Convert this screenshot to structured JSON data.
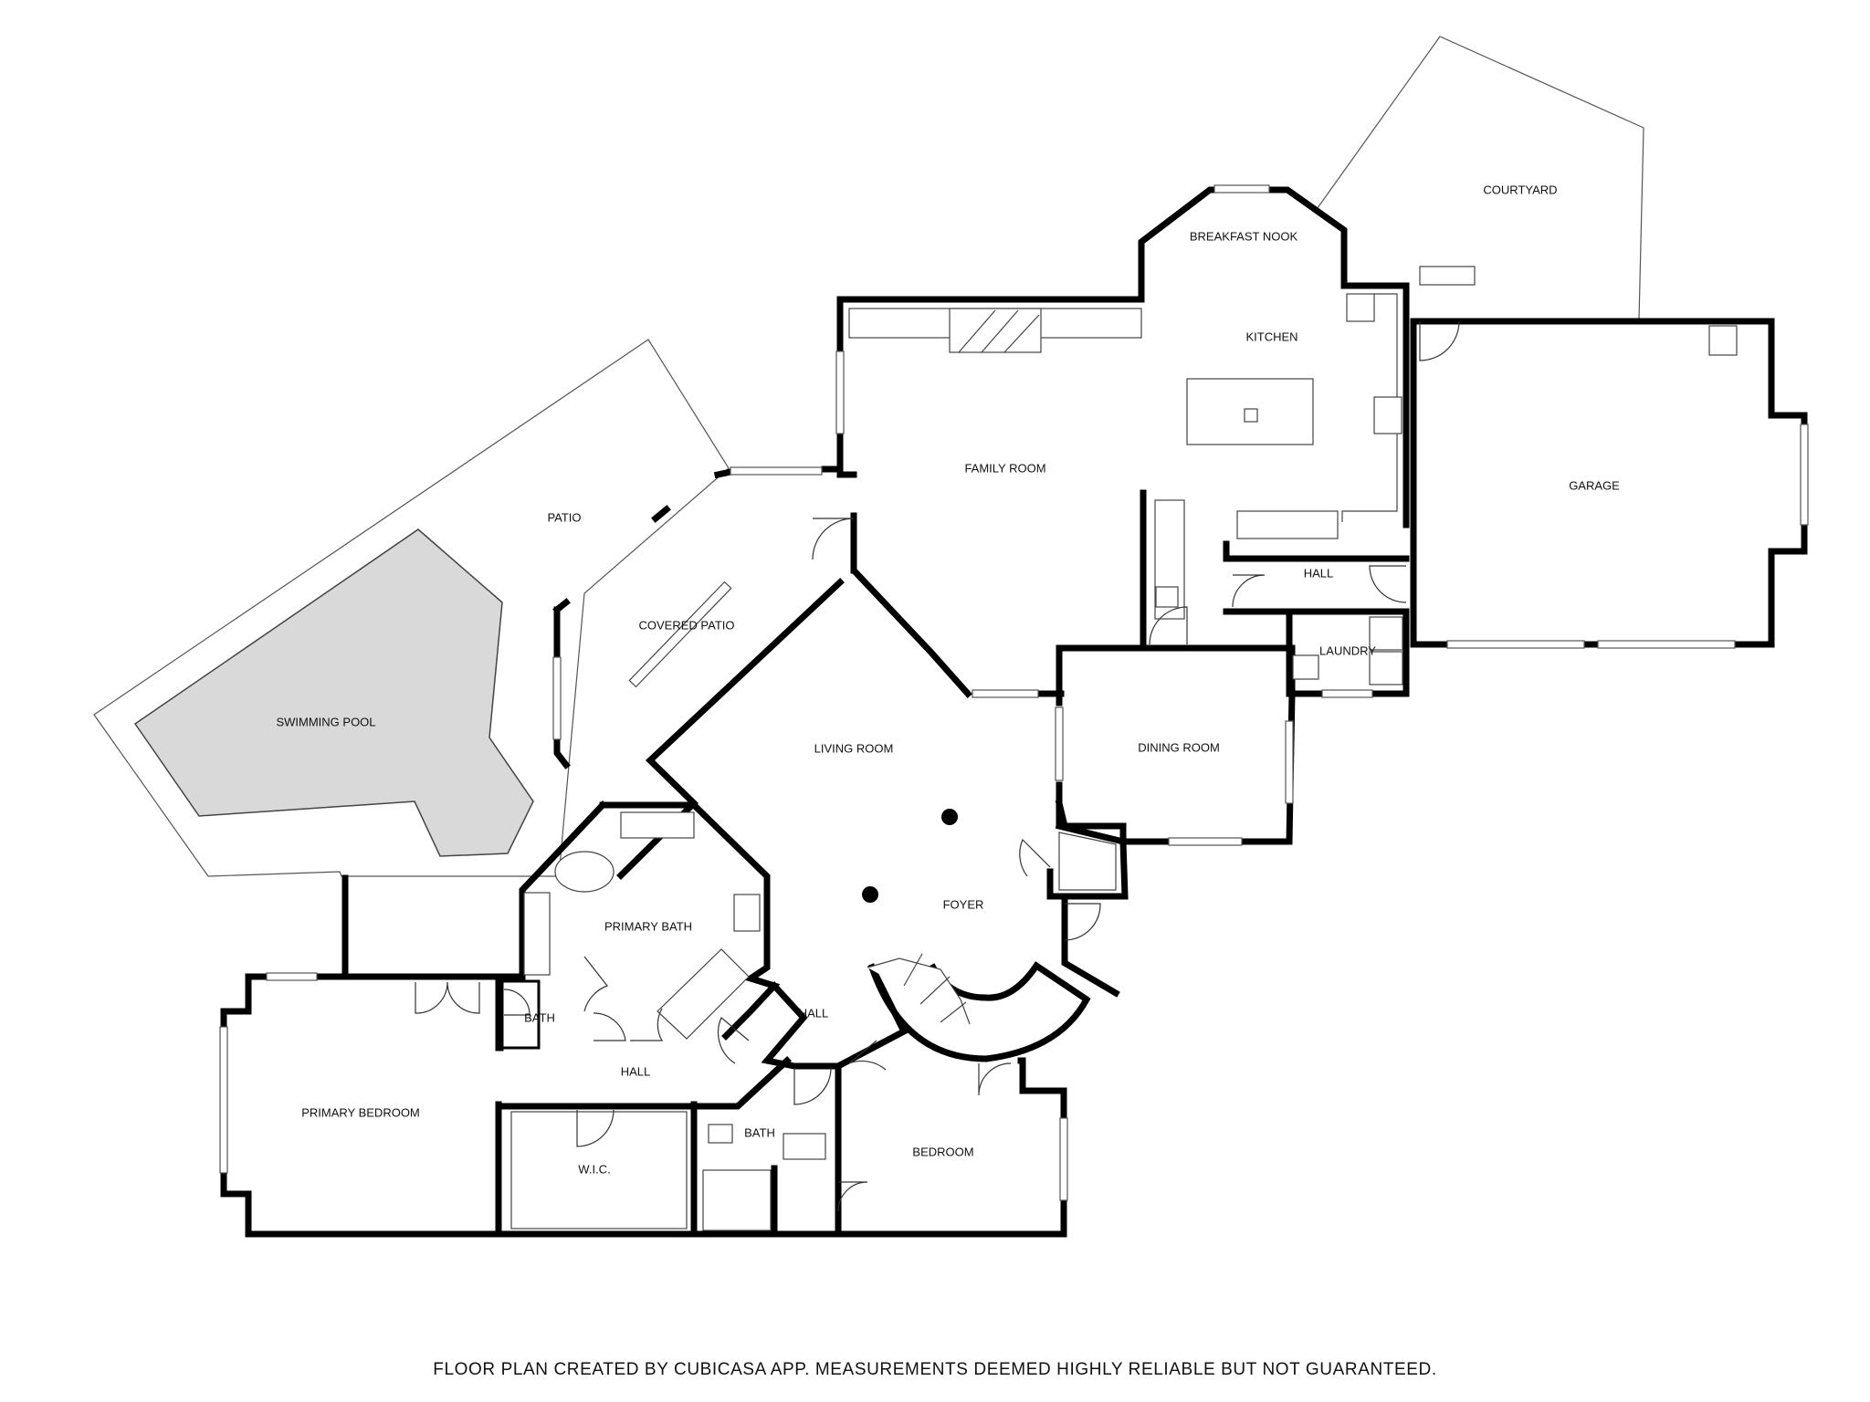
{
  "rooms": {
    "courtyard": "COURTYARD",
    "breakfast_nook": "BREAKFAST NOOK",
    "kitchen": "KITCHEN",
    "family_room": "FAMILY ROOM",
    "garage": "GARAGE",
    "patio": "PATIO",
    "covered_patio": "COVERED PATIO",
    "swimming_pool": "SWIMMING POOL",
    "living_room": "LIVING ROOM",
    "dining_room": "DINING ROOM",
    "hall_upper": "HALL",
    "laundry": "LAUNDRY",
    "primary_bath": "PRIMARY BATH",
    "foyer": "FOYER",
    "bath_primary_small": "BATH",
    "hall_center": "HALL",
    "hall_lower": "HALL",
    "primary_bedroom": "PRIMARY BEDROOM",
    "wic": "W.I.C.",
    "bath_lower": "BATH",
    "bedroom": "BEDROOM"
  },
  "footer": "FLOOR PLAN CREATED BY CUBICASA APP. MEASUREMENTS DEEMED HIGHLY RELIABLE BUT NOT GUARANTEED."
}
